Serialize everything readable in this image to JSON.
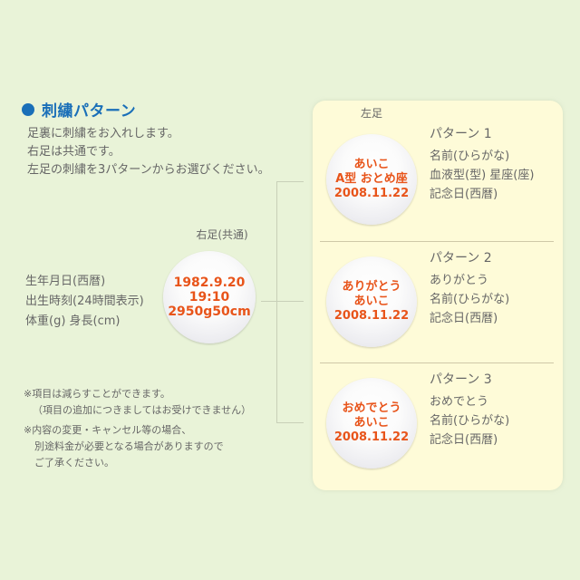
{
  "header": {
    "title": "刺繍パターン",
    "bullet_color": "#1a6fb8",
    "intro_lines": [
      "足裏に刺繍をお入れします。",
      "右足は共通です。",
      "左足の刺繍を3パターンからお選びください。"
    ]
  },
  "right_foot": {
    "label": "右足(共通)",
    "items": [
      "生年月日(西暦)",
      "出生時刻(24時間表示)",
      "体重(g)  身長(cm)"
    ],
    "embroidery_lines": [
      "1982.9.20",
      "19:10",
      "2950g50cm"
    ]
  },
  "notes": [
    "※項目は減らすことができます。",
    "（項目の追加につきましてはお受けできません）",
    "※内容の変更・キャンセル等の場合、",
    "別途料金が必要となる場合がありますので",
    "ご了承ください。"
  ],
  "left_foot": {
    "label": "左足",
    "patterns": [
      {
        "title": "パターン 1",
        "embroidery_lines": [
          "あいこ",
          "A型 おとめ座",
          "2008.11.22"
        ],
        "items": [
          "名前(ひらがな)",
          "血液型(型) 星座(座)",
          "記念日(西暦)"
        ]
      },
      {
        "title": "パターン  2",
        "embroidery_lines": [
          "ありがとう",
          "あいこ",
          "2008.11.22"
        ],
        "items": [
          "ありがとう",
          "名前(ひらがな)",
          "記念日(西暦)"
        ]
      },
      {
        "title": "パターン 3",
        "embroidery_lines": [
          "おめでとう",
          "あいこ",
          "2008.11.22"
        ],
        "items": [
          "おめでとう",
          "名前(ひらがな)",
          "記念日(西暦)"
        ]
      }
    ]
  },
  "colors": {
    "background": "#e9f3d8",
    "panel": "#fefbd8",
    "embroidery_text": "#e8541a",
    "body_text": "#666666"
  }
}
